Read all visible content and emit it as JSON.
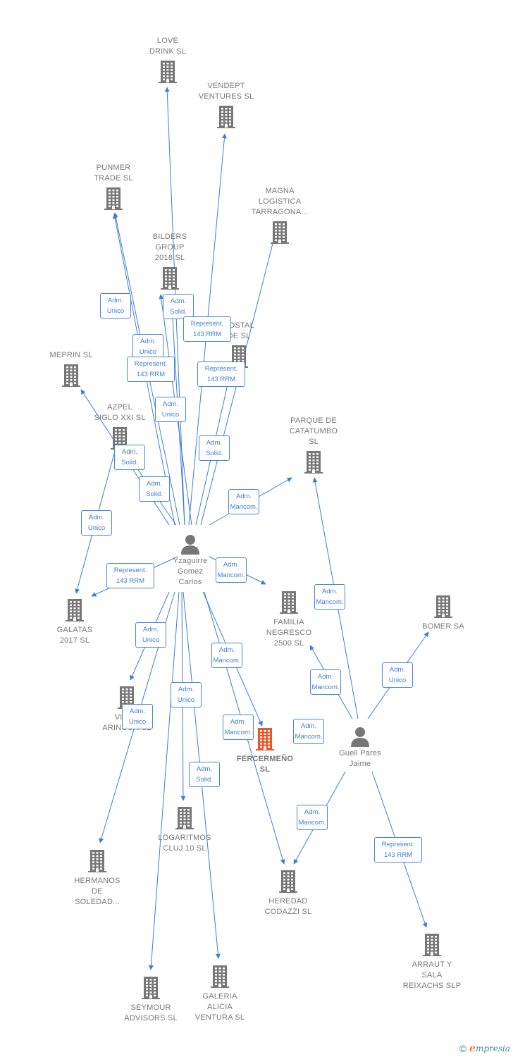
{
  "colors": {
    "edge": "#3f7dd1",
    "building": "#777777",
    "focus": "#e8562a",
    "person": "#777777"
  },
  "nodes": [
    {
      "id": "love",
      "type": "company",
      "label": "LOVE\nDRINK  SL",
      "labelPos": "above"
    },
    {
      "id": "vendept",
      "type": "company",
      "label": "VENDEPT\nVENTURES  SL",
      "labelPos": "above"
    },
    {
      "id": "punmer",
      "type": "company",
      "label": "PUNMER\nTRADE  SL",
      "labelPos": "above"
    },
    {
      "id": "magna",
      "type": "company",
      "label": "MAGNA\nLOGISTICA\nTARRAGONA...",
      "labelPos": "above"
    },
    {
      "id": "bilders",
      "type": "company",
      "label": "BILDERS\nGROUP\n2018  SL",
      "labelPos": "above"
    },
    {
      "id": "postal",
      "type": "company",
      "label": "POSTAL\nDE  SL",
      "labelPos": "above"
    },
    {
      "id": "meprin",
      "type": "company",
      "label": "MEPRIN SL",
      "labelPos": "above"
    },
    {
      "id": "azpel",
      "type": "company",
      "label": "AZPEL\nSIGLO XXI  SL",
      "labelPos": "above"
    },
    {
      "id": "parque",
      "type": "company",
      "label": "PARQUE DE\nCATATUMBO\nSL",
      "labelPos": "above"
    },
    {
      "id": "galatas",
      "type": "company",
      "label": "GALATAS\n2017  SL",
      "labelPos": "below"
    },
    {
      "id": "familia",
      "type": "company",
      "label": "FAMILIA\nNEGRESCO\n2500  SL",
      "labelPos": "below"
    },
    {
      "id": "bomer",
      "type": "company",
      "label": "BOMER SA",
      "labelPos": "below"
    },
    {
      "id": "viud",
      "type": "company",
      "label": "VIUDA\nARINCON  SL",
      "labelPos": "below"
    },
    {
      "id": "fercer",
      "type": "focus",
      "label": "FERCERMEÑO\nSL",
      "labelPos": "below"
    },
    {
      "id": "logaritmos",
      "type": "company",
      "label": "LOGARITMOS\nCLUJ 10  SL",
      "labelPos": "below"
    },
    {
      "id": "hermanos",
      "type": "company",
      "label": "HERMANOS\nDE\nSOLEDAD...",
      "labelPos": "below"
    },
    {
      "id": "heredad",
      "type": "company",
      "label": "HEREDAD\nCODAZZI  SL",
      "labelPos": "below"
    },
    {
      "id": "seymour",
      "type": "company",
      "label": "SEYMOUR\nADVISORS SL",
      "labelPos": "below"
    },
    {
      "id": "galeria",
      "type": "company",
      "label": "GALERIA\nALICIA\nVENTURA SL",
      "labelPos": "below"
    },
    {
      "id": "arraut",
      "type": "company",
      "label": "ARRAUT Y\nSALA\nREIXACHS SLP",
      "labelPos": "below"
    },
    {
      "id": "yzag",
      "type": "person",
      "label": "Yzaguirre\nGomez\nCarlos",
      "labelPos": "below"
    },
    {
      "id": "guell",
      "type": "person",
      "label": "Guell Pares\nJaime",
      "labelPos": "below"
    }
  ],
  "edge_labels": [
    "Adm.\nUnico",
    "Adm.\nSolid.",
    "Represent.\n143 RRM",
    "Adm.\nUnico",
    "Represent.\n143 RRM",
    "Adm.\nUnico",
    "Represent.\n143 RRM",
    "Adm.\nSolid.",
    "Adm.\nSolid.",
    "Adm.\nSolid.",
    "Adm.\nMancom.",
    "Adm.\nUnico",
    "Represent.\n143 RRM",
    "Adm.\nMancom.",
    "Adm.\nMancom.",
    "Adm.\nUnico",
    "Adm.\nUnico",
    "Adm.\nMancom.",
    "Adm.\nMancom.",
    "Adm.\nUnico",
    "Adm.\nMancom.",
    "Adm.\nMancom.",
    "Adm.\nUnico",
    "Adm.\nSolid.",
    "Adm.\nMancom.",
    "Represent.\n143 RRM"
  ],
  "footer": {
    "copyright": "©",
    "brand_initial": "e",
    "brand_rest": "mpresia"
  }
}
